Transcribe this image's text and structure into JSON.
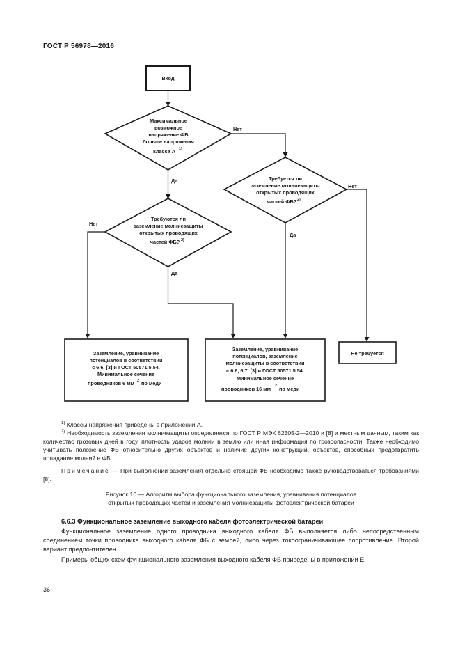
{
  "header": {
    "doc_code": "ГОСТ Р 56978—2016"
  },
  "flowchart": {
    "start": "Вход",
    "decision1": [
      "Максимальное",
      "возможное",
      "напряжение ФБ",
      "больше напряжения",
      "класса А"
    ],
    "decision1_sup": "1)",
    "decision2": [
      "Требуются ли",
      "заземление молниезащиты",
      "открытых проводящих",
      "частей ФБ?"
    ],
    "decision2_sup": "2)",
    "decision3": [
      "Требуется ли",
      "заземление молниезащиты",
      "открытых проводящих",
      "частей ФБ?"
    ],
    "decision3_sup": "2)",
    "label_no_1": "Нет",
    "label_yes_1": "Да",
    "label_no_2": "Нет",
    "label_yes_2": "Да",
    "label_no_3": "Нет",
    "label_yes_3": "Да",
    "box1": [
      "Заземление, уравнивание",
      "потенциалов в соответствии",
      "с 6.6, [3] и ГОСТ 50571.5.54.",
      "Минимальное сечение",
      "проводников 6 мм",
      "по меди"
    ],
    "box1_sup": "2",
    "box2": [
      "Заземление, уравнивание",
      "потенциалов, заземление",
      "молниезащиты в соответствии",
      "с 6.6, 6.7, [3] и ГОСТ 50571.5.54.",
      "Минимальное сечение",
      "проводников 16 мм",
      "по меди"
    ],
    "box2_sup": "2",
    "box3": "Не требуется"
  },
  "footnotes": {
    "fn1_mark": "1)",
    "fn1": "Классы напряжения приведены в приложении А.",
    "fn2_mark": "2)",
    "fn2": "Необходимость заземления молниезащиты определяется по ГОСТ Р МЭК 62305-2—2010 и [8] и местным данным, таким как количество грозовых дней в году, плотность ударов молнии в землю или иная информация по грозоопасности. Также необходимо учитывать положение ФБ относительно других объектов и наличие других конструкций, объектов, способных предотвратить попадание молний в ФБ."
  },
  "note": {
    "label": "Примечание",
    "text": " — При выполнении заземления отдельно стоящей ФБ необходимо также руководствоваться требованиями [8]."
  },
  "caption": {
    "line1": "Рисунок 10 — Алгоритм выбора функционального заземления, уравнивания потенциалов",
    "line2": "открытых проводящих частей и заземления молниезащиты фотоэлектрической батареи"
  },
  "section": {
    "heading": "6.6.3 Функциональное заземление выходного кабеля фотоэлектрической батареи",
    "para1": "Функциональное заземление одного проводника выходного кабеля ФБ выполняется либо непосредственным соединением точки проводника выходного кабеля ФБ с землей, либо через токоограничивающее сопротивление. Второй вариант предпочтителен.",
    "para2": "Примеры общих схем функционального заземления выходного кабеля ФБ приведены в приложении Е."
  },
  "page_number": "36"
}
